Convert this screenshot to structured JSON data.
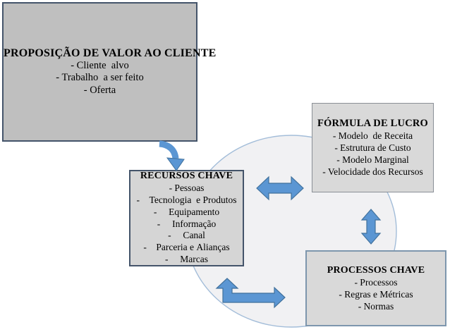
{
  "diagram": {
    "boxes": {
      "value_proposition": {
        "title": "PROPOSIÇÃO DE VALOR AO CLIENTE",
        "items": [
          "- Cliente  alvo",
          "- Trabalho  a ser feito",
          "- Oferta"
        ]
      },
      "key_resources": {
        "title": "RECURSOS CHAVE",
        "items": [
          "- Pessoas",
          "-    Tecnologia  e Produtos",
          "-     Equipamento",
          "-     Informação",
          "-     Canal",
          "-    Parceria e Alianças",
          "-     Marcas"
        ]
      },
      "profit_formula": {
        "title": "FÓRMULA DE LUCRO",
        "items": [
          "- Modelo  de Receita",
          "- Estrutura de Custo",
          "- Modelo Marginal",
          "- Velocidade dos Recursos"
        ]
      },
      "key_processes": {
        "title": "PROCESSOS CHAVE",
        "items": [
          "- Processos",
          "- Regras e Métricas",
          "- Normas"
        ]
      }
    },
    "connectors": {
      "curved_arrow": "curved-arrow from value-proposition to key-resources",
      "horizontal_double_arrow": "double arrow between key-resources and profit-formula",
      "vertical_double_arrow": "double arrow between profit-formula and key-processes",
      "elbow_double_arrow": "bent double arrow between key-processes and key-resources"
    },
    "colors": {
      "arrow_fill": "#5b96d3",
      "arrow_stroke": "#41719c",
      "value_proposition_fill": "#bfbfbf",
      "light_box_fill": "#d9d9d9",
      "dark_box_border": "#44546a",
      "profit_formula_border": "#8a8f96",
      "key_processes_border": "#7d96ad",
      "circle_fill": "#f1f1f3",
      "circle_stroke": "#a3bdd9",
      "text": "#000000"
    }
  }
}
